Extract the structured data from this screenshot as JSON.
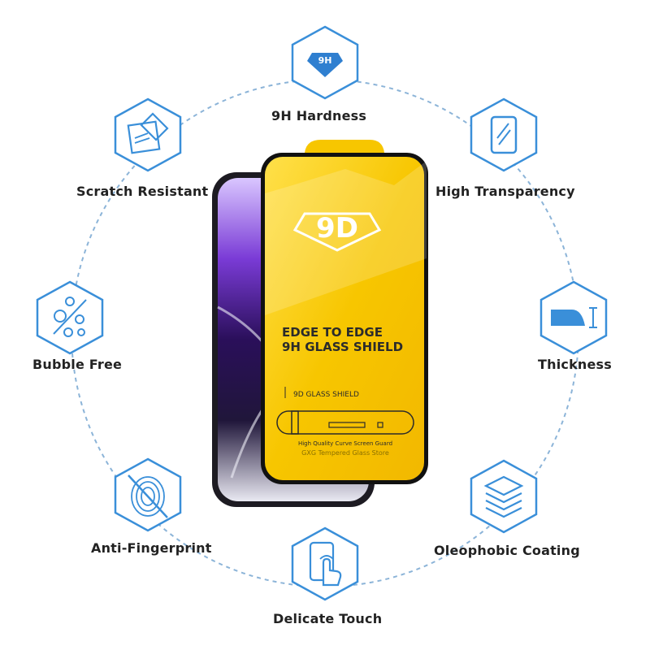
{
  "features": [
    {
      "id": "hardness",
      "label": "9H Hardness",
      "icon": "diamond-9h-icon",
      "badge": "9H"
    },
    {
      "id": "transparency",
      "label": "High Transparency",
      "icon": "transparent-screen-icon"
    },
    {
      "id": "thickness",
      "label": "Thickness",
      "icon": "thickness-edge-icon"
    },
    {
      "id": "oleophobic",
      "label": "Oleophobic Coating",
      "icon": "layers-icon"
    },
    {
      "id": "touch",
      "label": "Delicate Touch",
      "icon": "touch-hand-icon"
    },
    {
      "id": "fingerprint",
      "label": "Anti-Fingerprint",
      "icon": "fingerprint-icon"
    },
    {
      "id": "bubble",
      "label": "Bubble Free",
      "icon": "bubbles-icon"
    },
    {
      "id": "scratch",
      "label": "Scratch Resistant",
      "icon": "scratch-icon"
    }
  ],
  "product": {
    "badge": "9D",
    "line1": "EDGE TO EDGE",
    "line2": "9H GLASS SHIELD",
    "small_label": "9D GLASS SHIELD",
    "caption1": "High Quality Curve Screen Guard",
    "caption2": "GXG Tempered Glass Store"
  },
  "colors": {
    "accent_blue": "#3a8fd9",
    "glass_yellow": "#f7c600",
    "frame_black": "#111111",
    "ring_line": "#8cb4d8"
  }
}
